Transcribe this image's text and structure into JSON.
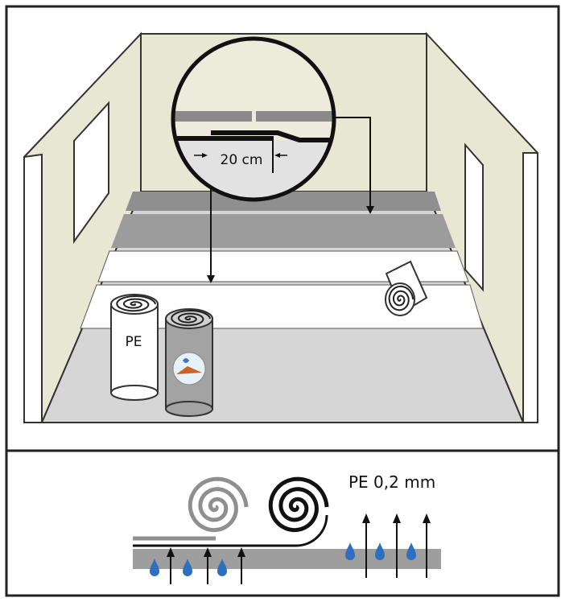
{
  "detail": {
    "overlap_label": "20 cm"
  },
  "rolls": {
    "pe_roll_label": "PE"
  },
  "legend": {
    "film_label": "PE 0,2 mm"
  },
  "colors": {
    "wall": "#e8e7d4",
    "floor": "#d8d8d8",
    "underlay": "#9a9a9a",
    "water": "#2e6fc0"
  }
}
